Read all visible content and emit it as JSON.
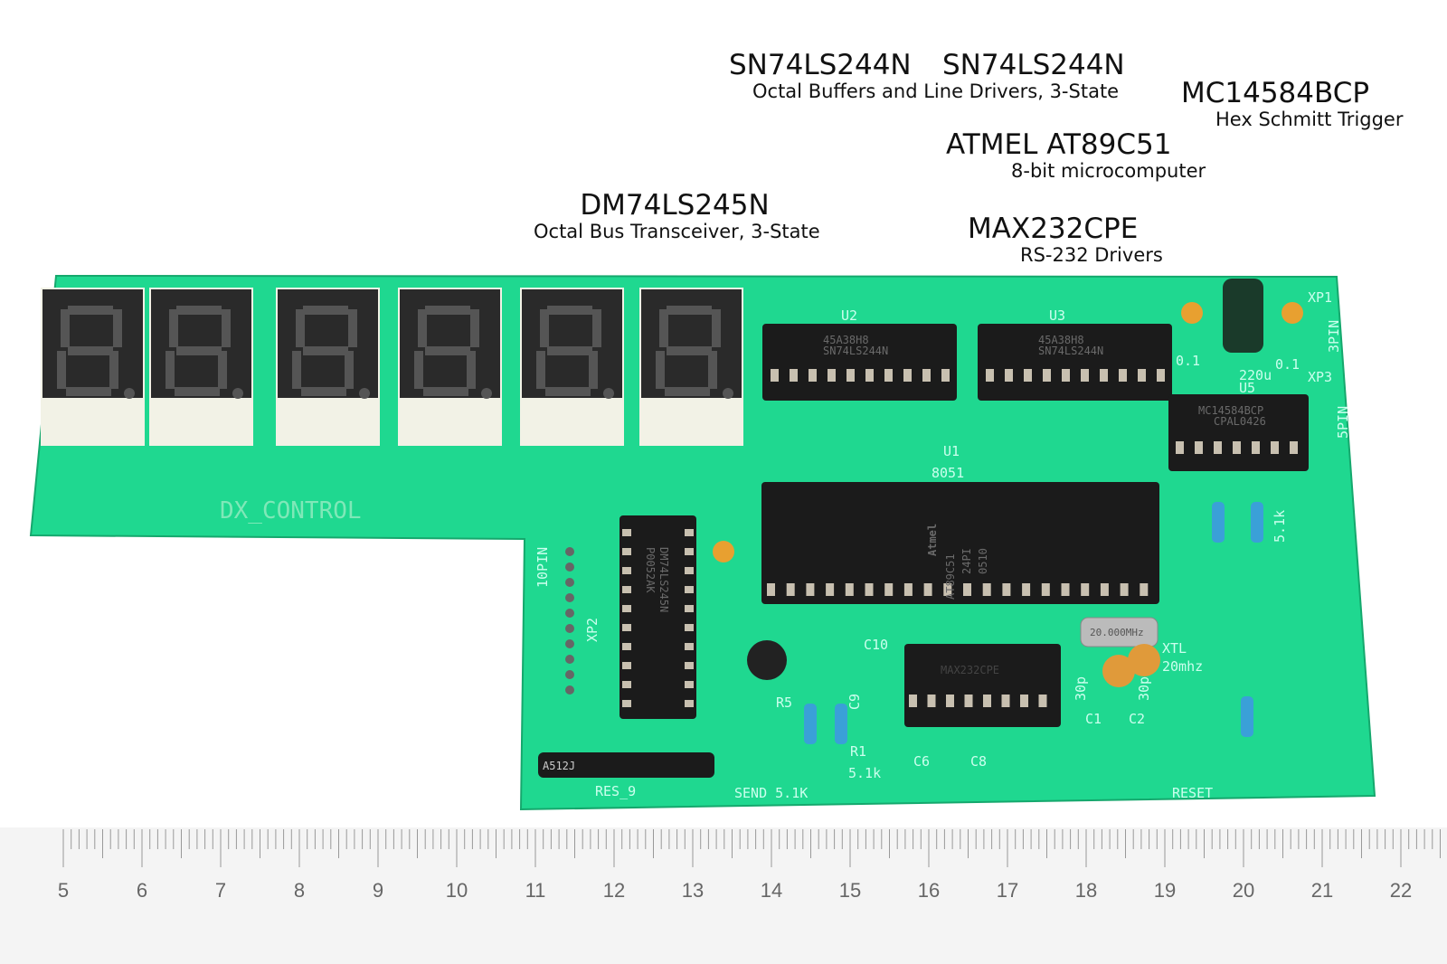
{
  "annotations": [
    {
      "part": "SN74LS244N",
      "desc": ""
    },
    {
      "part": "SN74LS244N",
      "desc": "Octal Buffers and Line Drivers, 3-State"
    },
    {
      "part": "MC14584BCP",
      "desc": "Hex Schmitt Trigger"
    },
    {
      "part": "ATMEL AT89C51",
      "desc": "8-bit microcomputer"
    },
    {
      "part": "DM74LS245N",
      "desc": "Octal Bus Transceiver, 3-State"
    },
    {
      "part": "MAX232CPE",
      "desc": "RS-232 Drivers"
    }
  ],
  "board": {
    "name": "DX_CONTROL",
    "u2": "U2",
    "u3": "U3",
    "u1": "U1",
    "u1_type": "8051",
    "u5": "U5",
    "xp1": "XP1",
    "xp1_pins": "3PIN",
    "xp3": "XP3",
    "xp3_pins": "5PIN",
    "xp2": "XP2",
    "xp2_pins": "10PIN",
    "res9": "RES_9",
    "send": "SEND 5.1K",
    "reset": "RESET",
    "xtl": "XTL",
    "xtl_freq": "20mhz",
    "c7_val": "220u",
    "c5_val": "0.1",
    "c4_val": "0.1",
    "c1": "C1",
    "c2": "C2",
    "c1_val": "30p",
    "c2_val": "30p",
    "r1": "R1",
    "r1_val": "5.1k",
    "r5": "R5",
    "c9": "C9",
    "c10": "C10",
    "c6": "C6",
    "c8": "C8",
    "r3_val": "5.1k"
  },
  "chips": {
    "u2_code": "45A38H8",
    "u2_part": "SN74LS244N",
    "u3_code": "45A38H8",
    "u3_part": "SN74LS244N",
    "u5_part": "MC14584BCP",
    "u5_code": "CPAL0426",
    "u1_brand": "Atmel",
    "u1_part": "AT89C51",
    "u1_grade": "24PI",
    "u1_date": "0510",
    "u4_code": "P0052AK",
    "u4_part": "DM74LS245N",
    "resnet": "A512J",
    "crystal": "20.000MHz"
  },
  "ruler": {
    "numbers": [
      "5",
      "6",
      "7",
      "8",
      "9",
      "10",
      "11",
      "12",
      "13",
      "14",
      "15",
      "16",
      "17",
      "18",
      "19",
      "20",
      "21",
      "22"
    ]
  }
}
